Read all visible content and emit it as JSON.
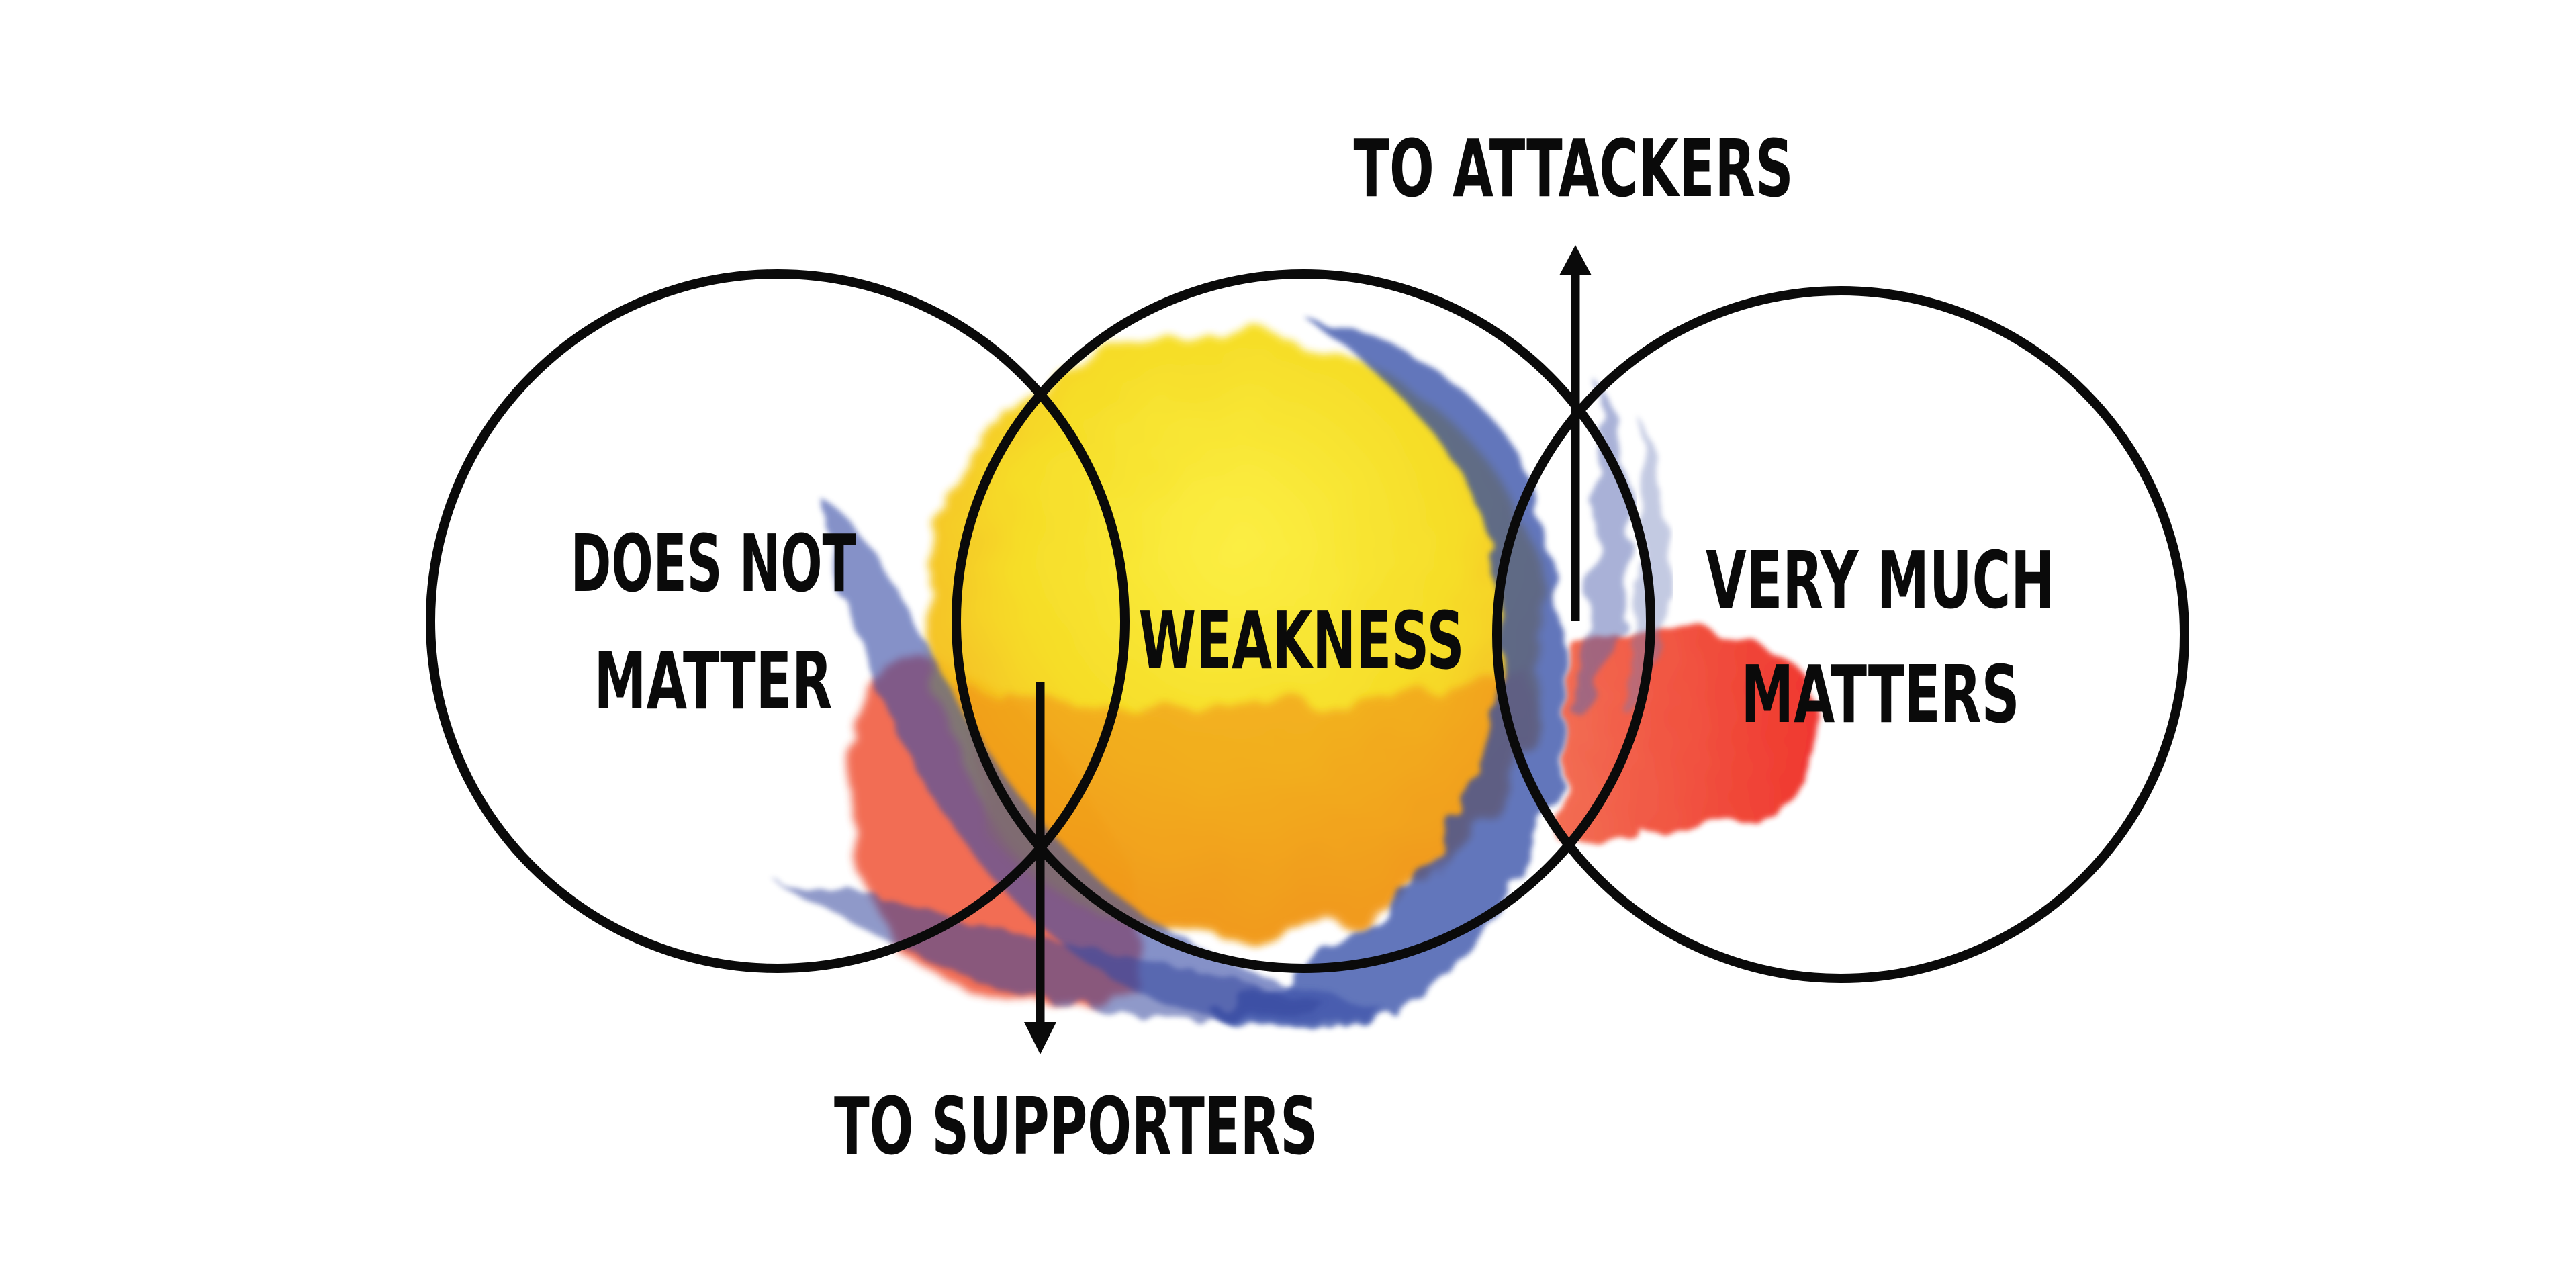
{
  "diagram": {
    "left_circle": {
      "line1": "DOES NOT",
      "line2": "MATTER"
    },
    "center_circle": {
      "label": "WEAKNESS"
    },
    "right_circle": {
      "line1": "VERY MUCH",
      "line2": "MATTERS"
    },
    "top_arrow_label": "TO ATTACKERS",
    "bottom_arrow_label": "TO SUPPORTERS"
  },
  "colors": {
    "ink": "#0a0a0a",
    "yellow": "#f7e21a",
    "orange": "#f29418",
    "red": "#ef2d1b",
    "blue": "#2f4aa5",
    "background": "#ffffff"
  }
}
